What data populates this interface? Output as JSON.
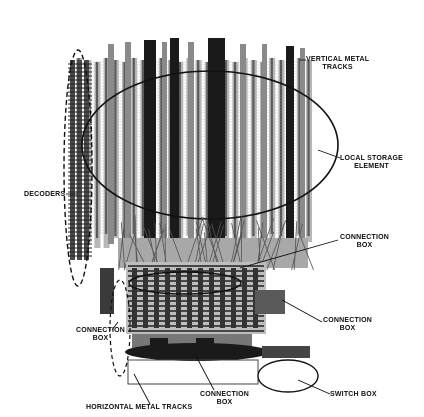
{
  "labels": {
    "vertical_tracks": [
      "VERTICAL METAL",
      "TRACKS"
    ],
    "local_storage": [
      "LOCAL STORAGE",
      "ELEMENT"
    ],
    "decoders": "DECODERS",
    "connection_box_right_top": [
      "CONNECTION",
      "BOX"
    ],
    "connection_box_right_mid": [
      "CONNECTION",
      "BOX"
    ],
    "connection_box_left": [
      "CONNECTION",
      "BOX"
    ],
    "connection_box_bottom": [
      "CONNECTION",
      "BOX"
    ],
    "switch_box": "SWITCH BOX",
    "horizontal_tracks": "HORIZONTAL METAL TRACKS"
  },
  "colors": {
    "ink": "#111111",
    "dark_track": "#1a1a1a",
    "mid_gray": "#8a8a8a",
    "light_gray": "#b8b8b8"
  }
}
